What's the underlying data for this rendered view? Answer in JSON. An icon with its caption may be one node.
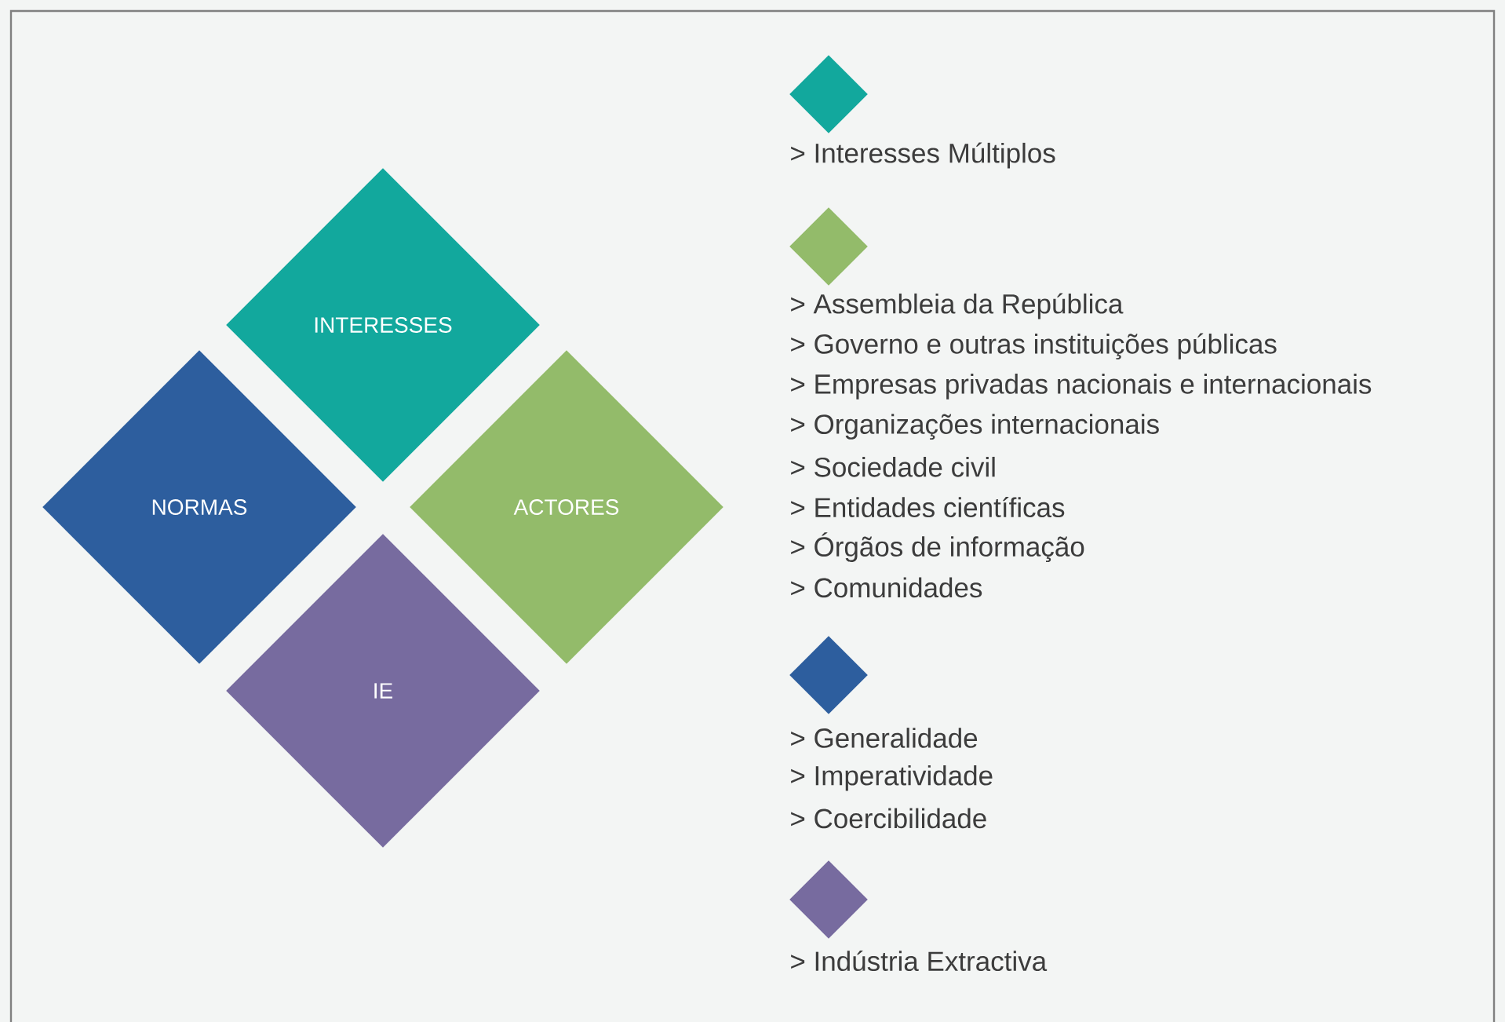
{
  "diagram": {
    "nodes": [
      {
        "text": [
          "INTERESSES"
        ]
      },
      {
        "text": [
          "NORMAS"
        ]
      },
      {
        "text": [
          "ACTORES"
        ]
      },
      {
        "text": [
          "IE"
        ]
      },
      {
        "text": [],
        "shape": "diamond",
        "beside": [
          "> Interesses Múltiplos"
        ]
      },
      {
        "text": [],
        "shape": "diamond",
        "beside": [
          "> Assembleia da República",
          "> Governo e outras instituições públicas",
          "> Empresas privadas nacionais e internacionais",
          "> Organizações internacionais",
          "> Sociedade civil",
          "> Entidades científicas",
          "> Órgãos de informação",
          "> Comunidades"
        ]
      },
      {
        "text": [],
        "shape": "diamond",
        "beside": [
          "> Generalidade",
          "> Imperatividade",
          "> Coercibilidade"
        ]
      },
      {
        "text": [],
        "shape": "diamond",
        "beside": [
          "> Indústria Extractiva"
        ]
      }
    ]
  }
}
